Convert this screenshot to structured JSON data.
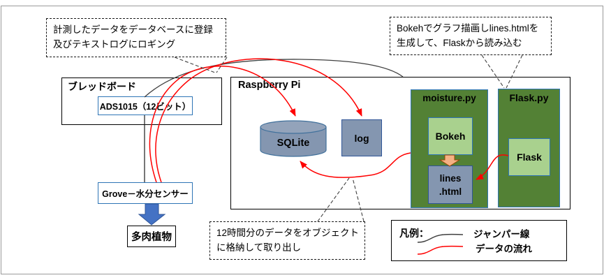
{
  "callouts": {
    "measure": {
      "line1": "計測したデータをデータベースに登録",
      "line2": "及びテキストログにロギング"
    },
    "bokeh": {
      "line1": "Bokehでグラフ描画しlines.htmlを",
      "line2": "生成して、Flaskから読み込む"
    },
    "data12h": {
      "line1": "12時間分のデータをオブジェクト",
      "line2": "に格納して取り出し"
    }
  },
  "breadboard": {
    "label": "ブレッドボード",
    "ads1015_label": "ADS1015（12ビット）"
  },
  "raspberry_pi": {
    "label": "Raspberry Pi",
    "sqlite_label": "SQLite",
    "log_label": "log",
    "moisture": {
      "label": "moisture.py",
      "bokeh_label": "Bokeh",
      "lines_line1": "lines",
      "lines_line2": ".html"
    },
    "flask_module": {
      "label": "Flask.py",
      "flask_label": "Flask"
    }
  },
  "sensor_chain": {
    "grove_label": "Grove－水分センサー",
    "plant_label": "多肉植物"
  },
  "legend": {
    "title": "凡例：",
    "jumper_label": "ジャンパー線",
    "dataflow_label": "データの流れ"
  },
  "colors": {
    "dark_green": "#538135",
    "light_green": "#a9d18e",
    "blue_gray": "#8496b0",
    "box_border_blue": "#2e75b6",
    "data_flow_red": "#ff0000",
    "jumper_black": "#404040",
    "block_arrow_blue": "#4472c4",
    "block_arrow_orange": "#f4b183"
  }
}
